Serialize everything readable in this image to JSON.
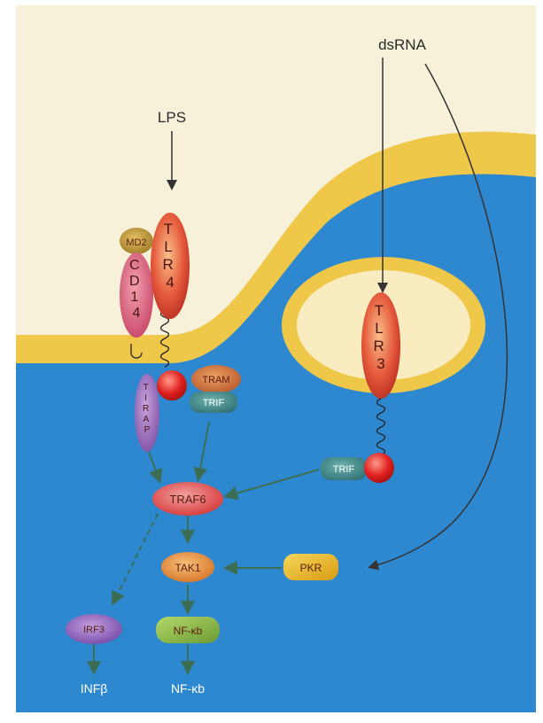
{
  "labels": {
    "lps": "LPS",
    "dsrna": "dsRNA",
    "md2": "MD2",
    "cd14": "CD14",
    "tlr4": "TLR4",
    "tlr3": "TLR3",
    "tirap": "TIRAP",
    "tram": "TRAM",
    "trif_left": "TRIF",
    "trif_right": "TRIF",
    "traf6": "TRAF6",
    "tak1": "TAK1",
    "pkr": "PKR",
    "irf3": "IRF3",
    "nfkb_node": "NF-κb",
    "infb_out": "INFβ",
    "nfkb_out": "NF-κb"
  },
  "colors": {
    "background_outside": "#f8f1da",
    "membrane": "#efc84a",
    "cytoplasm": "#2e88d0",
    "endosome_inner": "#f8ecc0",
    "arrow_dark": "#333333",
    "arrow_green": "#3b6d55",
    "tlr_red": "#e0503a",
    "tram_orange": "#cf6f34",
    "trif_teal": "#3f8a86",
    "tirap_purple": "#9a6fb7",
    "md2_olive": "#b08c32",
    "cd14_pink": "#cf5a7a",
    "traf6_red": "#e24a4a",
    "tak1_orange": "#e58a34",
    "pkr_yellow": "#e6b320",
    "irf3_purple": "#8b58b8",
    "nfkb_green": "#82b049"
  }
}
